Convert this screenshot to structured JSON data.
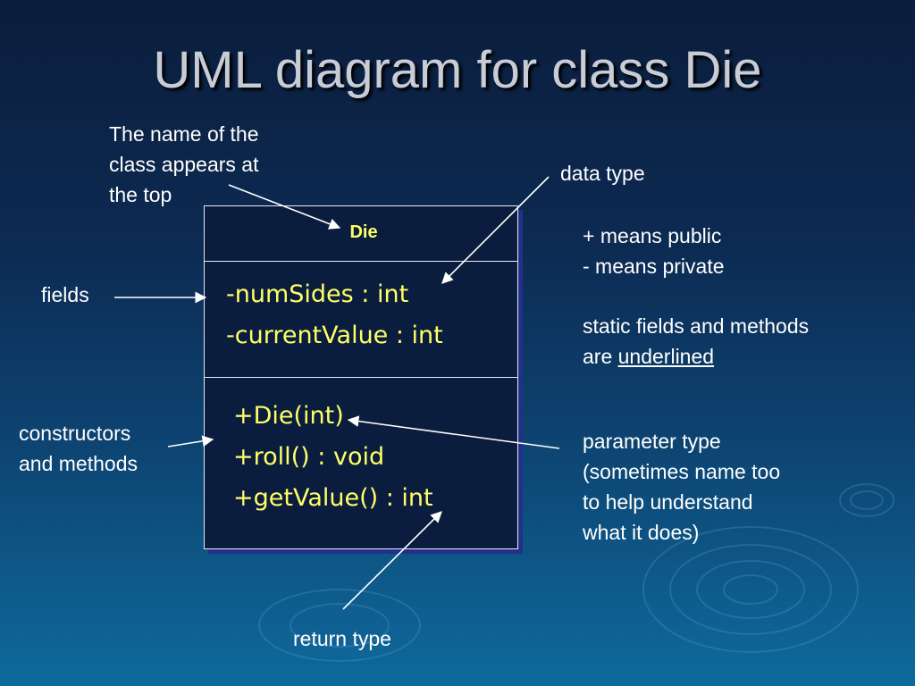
{
  "title": "UML diagram for class Die",
  "class": {
    "name": "Die",
    "fields": [
      "-numSides : int",
      "-currentValue : int"
    ],
    "methods": [
      "+Die(int)",
      "+roll() : void",
      "+getValue() : int"
    ]
  },
  "notes": {
    "class_name": [
      "The name of the",
      "class appears at",
      "the top"
    ],
    "data_type": "data type",
    "visibility": [
      "+ means public",
      "- means private"
    ],
    "static_prefix": "static fields and methods",
    "static_are": "are ",
    "static_underlined": "underlined",
    "fields": "fields",
    "constructors": [
      "constructors",
      "and methods"
    ],
    "parameter_type": [
      "parameter type",
      "(sometimes name too",
      "to help understand",
      "what it does)"
    ],
    "return_type": "return type"
  },
  "colors": {
    "member_text": "#ffff66",
    "box_shadow": "#23308a",
    "title_text": "#c8ccd6"
  }
}
